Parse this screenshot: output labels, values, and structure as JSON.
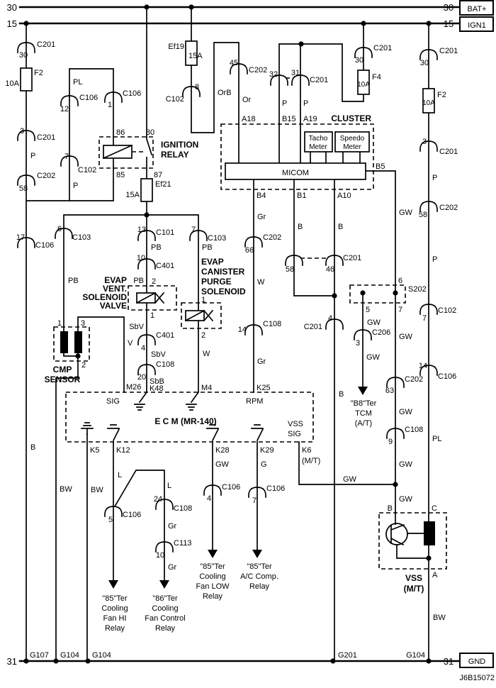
{
  "rails": {
    "bat_num": "30",
    "bat_label": "BAT+",
    "ign_num": "15",
    "ign_label": "IGN1",
    "gnd_num": "31",
    "gnd_label": "GND"
  },
  "doc_number": "J6B15072",
  "fuses": {
    "f2a": {
      "name": "F2",
      "rating": "10A"
    },
    "ef19": {
      "name": "Ef19",
      "rating": "15A"
    },
    "ef21": {
      "name": "Ef21",
      "rating": "15A"
    },
    "f4": {
      "name": "F4",
      "rating": "10A"
    },
    "f2b": {
      "name": "F2",
      "rating": "10A"
    }
  },
  "relay": {
    "title1": "IGNITION",
    "title2": "RELAY",
    "p86": "86",
    "p30": "30",
    "p85": "85",
    "p87": "87"
  },
  "cluster": {
    "title": "CLUSTER",
    "tacho1": "Tacho",
    "tacho2": "Meter",
    "speedo1": "Speedo",
    "speedo2": "Meter",
    "micom": "MICOM",
    "a18": "A18",
    "b15": "B15",
    "a19": "A19",
    "b4": "B4",
    "b1": "B1",
    "a10": "A10",
    "b5": "B5"
  },
  "ecm": {
    "title": "E C M (MR-140)",
    "sig": "SIG",
    "rpm": "RPM",
    "vss_sig1": "VSS",
    "vss_sig2": "SIG",
    "m26": "M26",
    "k48": "K48",
    "m4": "M4",
    "k25": "K25",
    "k5": "K5",
    "k12": "K12",
    "k28": "K28",
    "k29": "K29",
    "k6": "K6",
    "k6_note": "(M/T)"
  },
  "evap_vent": {
    "l1": "EVAP",
    "l2": "VENT.",
    "l3": "SOLENOID",
    "l4": "VALVE",
    "pin_top": "2",
    "pin_bot": "1"
  },
  "evap_purge": {
    "l1": "EVAP",
    "l2": "CANISTER",
    "l3": "PURGE",
    "l4": "SOLENOID",
    "pin_top": "1",
    "pin_bot": "2"
  },
  "cmp": {
    "l1": "CMP",
    "l2": "SENSOR",
    "p1": "1",
    "p3": "3",
    "p2": "2"
  },
  "s202": {
    "name": "S202",
    "p6": "6",
    "p5": "5",
    "p7": "7"
  },
  "tcm": {
    "l1": "\"B8\"Ter",
    "l2": "TCM",
    "l3": "(A/T)"
  },
  "vss": {
    "l1": "VSS",
    "l2": "(M/T)",
    "pin_b": "B",
    "pin_c": "C",
    "pin_a": "A"
  },
  "targets": {
    "fan_hi": [
      "\"85\"Ter",
      "Cooling",
      "Fan HI",
      "Relay"
    ],
    "fan_ctl": [
      "\"86\"Ter",
      "Cooling",
      "Fan Control",
      "Relay"
    ],
    "fan_low": [
      "\"85\"Ter",
      "Cooling",
      "Fan LOW",
      "Relay"
    ],
    "ac_comp": [
      "\"85\"Ter",
      "A/C Comp.",
      "Relay"
    ]
  },
  "grounds": {
    "g107": "G107",
    "g104_a": "G104",
    "g104_b": "G104",
    "g201": "G201",
    "g104_c": "G104"
  },
  "connectors": {
    "c201_30a": {
      "pin": "30",
      "name": "C201"
    },
    "c201_3a": {
      "pin": "3",
      "name": "C201"
    },
    "c202_58a": {
      "pin": "58",
      "name": "C202"
    },
    "c106_17": {
      "pin": "17",
      "name": "C106"
    },
    "c106_12": {
      "pin": "12",
      "name": "C106"
    },
    "c102_7a": {
      "pin": "7",
      "name": "C102"
    },
    "c106_1": {
      "pin": "1",
      "name": "C106"
    },
    "c102_8": {
      "pin": "8",
      "name": "C102"
    },
    "c202_45": {
      "pin": "45",
      "name": "C202"
    },
    "c201_pair_top": {
      "pin_a": "32",
      "pin_b": "31",
      "name": "C201"
    },
    "c201_30b": {
      "pin": "30",
      "name": "C201"
    },
    "c103_6": {
      "pin": "6",
      "name": "C103"
    },
    "c101_13": {
      "pin": "13",
      "name": "C101"
    },
    "c401_10": {
      "pin": "10",
      "name": "C401"
    },
    "c401_4": {
      "pin": "4",
      "name": "C401"
    },
    "c108_20": {
      "pin": "20",
      "name": "C108"
    },
    "c103_7": {
      "pin": "7",
      "name": "C103"
    },
    "c202_66": {
      "pin": "66",
      "name": "C202"
    },
    "c108_14": {
      "pin": "14",
      "name": "C108"
    },
    "c201_pair_mid": {
      "pin_a": "58",
      "pin_b": "46",
      "name": "C201"
    },
    "c201_4": {
      "pin": "4",
      "name": "C201"
    },
    "c206_3": {
      "pin": "3",
      "name": "C206"
    },
    "c202_63": {
      "pin": "63",
      "name": "C202"
    },
    "c108_9": {
      "pin": "9",
      "name": "C108"
    },
    "c201_30r": {
      "pin": "30",
      "name": "C201"
    },
    "c201_3r": {
      "pin": "3",
      "name": "C201"
    },
    "c202_58r": {
      "pin": "58",
      "name": "C202"
    },
    "c102_7r": {
      "pin": "7",
      "name": "C102"
    },
    "c106_14r": {
      "pin": "14",
      "name": "C106"
    },
    "c106_5": {
      "pin": "5",
      "name": "C106"
    },
    "c108_24": {
      "pin": "24",
      "name": "C108"
    },
    "c113_10": {
      "pin": "10",
      "name": "C113"
    },
    "c106_4": {
      "pin": "4",
      "name": "C106"
    },
    "c106_7": {
      "pin": "7",
      "name": "C106"
    }
  },
  "wires": {
    "pl_bracket": "PL",
    "p_col1": "P",
    "p_col2": "P",
    "b_col1": "B",
    "orb": "OrB",
    "or_a18": "Or",
    "p_b15": "P",
    "p_a19": "P",
    "pb_6": "PB",
    "v_cmp": "V",
    "bw_cmp": "BW",
    "pb_13": "PB",
    "pb_10": "PB",
    "sbv_a": "SbV",
    "sbv_b": "SbV",
    "sbb": "SbB",
    "pb_7": "PB",
    "w_purge": "W",
    "gr_b4": "Gr",
    "w_b4": "W",
    "gr_k25": "Gr",
    "b_b1": "B",
    "b_a10": "B",
    "b_down": "B",
    "gw_b5": "GW",
    "gw_5a": "GW",
    "gw_5b": "GW",
    "gw_7a": "GW",
    "gw_7b": "GW",
    "gw_7c": "GW",
    "gw_7d": "GW",
    "gw_k6": "GW",
    "b_vss": "B",
    "p_r1": "P",
    "p_r2": "P",
    "pl_r": "PL",
    "bw_vss": "BW",
    "bw_k5": "BW",
    "l_k12": "L",
    "l_branch": "L",
    "gr_24": "Gr",
    "gr_10": "Gr",
    "gw_k28": "GW",
    "g_k29": "G"
  }
}
